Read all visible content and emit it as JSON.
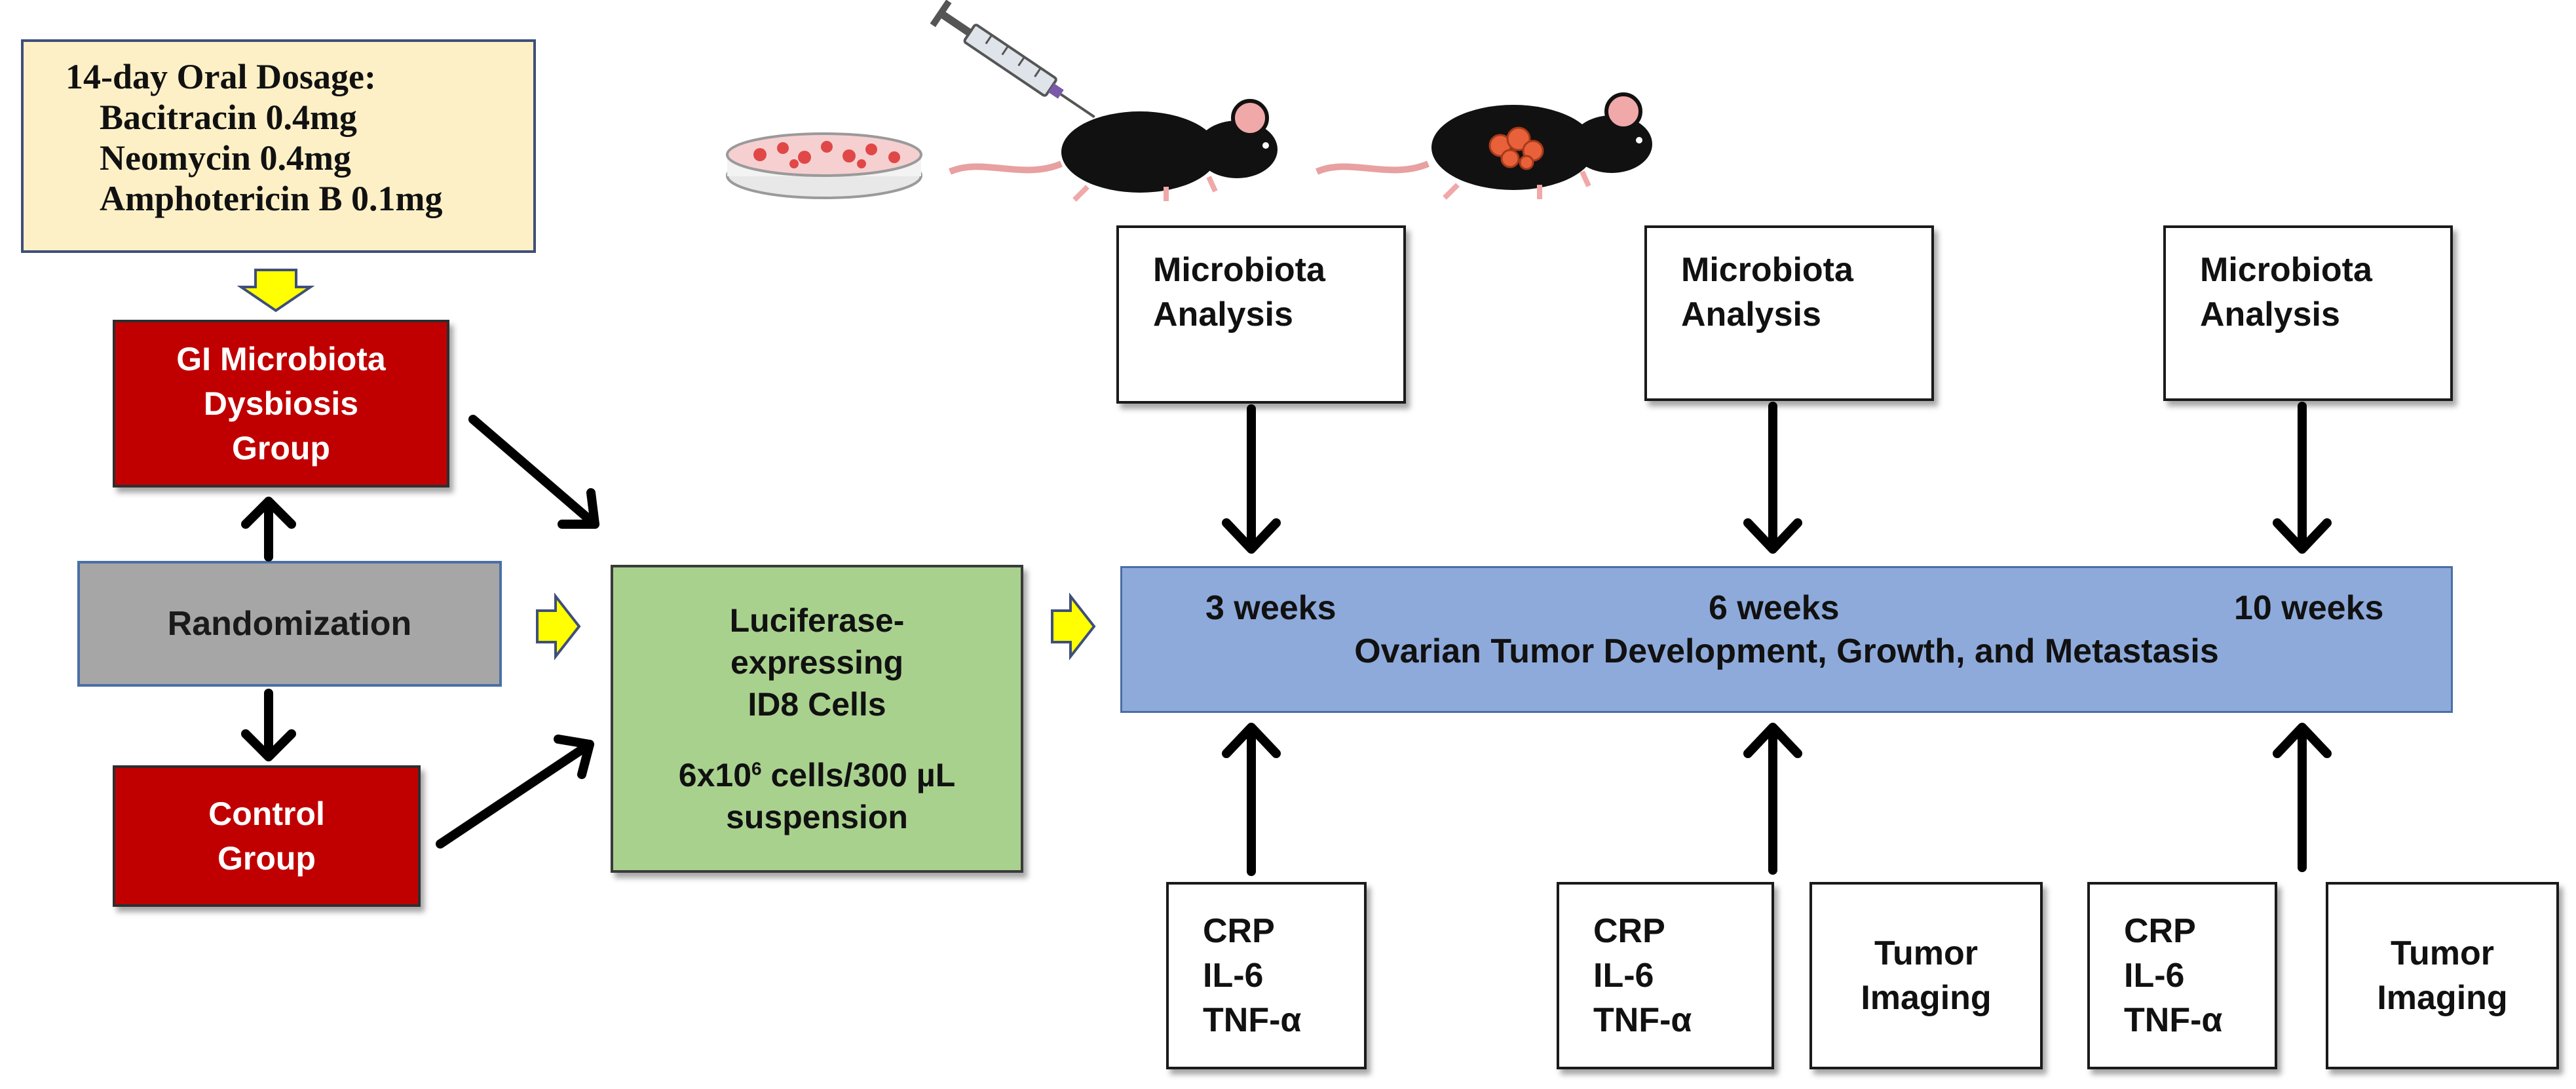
{
  "dosage": {
    "title": "14-day Oral Dosage:",
    "items": [
      "Bacitracin 0.4mg",
      "Neomycin 0.4mg",
      "Amphotericin B 0.1mg"
    ]
  },
  "groups": {
    "dysbiosis": [
      "GI Microbiota",
      "Dysbiosis",
      "Group"
    ],
    "randomization": "Randomization",
    "control": [
      "Control",
      "Group"
    ]
  },
  "cells": {
    "lines": [
      "Luciferase-",
      "expressing",
      "ID8 Cells"
    ],
    "dose_prefix": "6x10",
    "dose_sup": "6",
    "dose_suffix": " cells/300 µL",
    "dose_line2": "suspension"
  },
  "microbiota": [
    "Microbiota",
    "Analysis"
  ],
  "timeline": {
    "weeks": [
      "3 weeks",
      "6 weeks",
      "10 weeks"
    ],
    "title": "Ovarian Tumor Development, Growth, and Metastasis"
  },
  "markers": [
    "CRP",
    "IL-6",
    "TNF-α"
  ],
  "imaging": [
    "Tumor",
    "Imaging"
  ],
  "colors": {
    "dosage_bg": "#fdf0c6",
    "group_red": "#c00000",
    "randomization_gray": "#a6a6a6",
    "cells_green": "#a9d18e",
    "timeline_blue": "#8eaadb",
    "flow_arrow_yellow": "#ffff00"
  },
  "icons": [
    "petri-dish-icon",
    "syringe-icon",
    "mouse-icon",
    "mouse-with-tumor-icon"
  ]
}
